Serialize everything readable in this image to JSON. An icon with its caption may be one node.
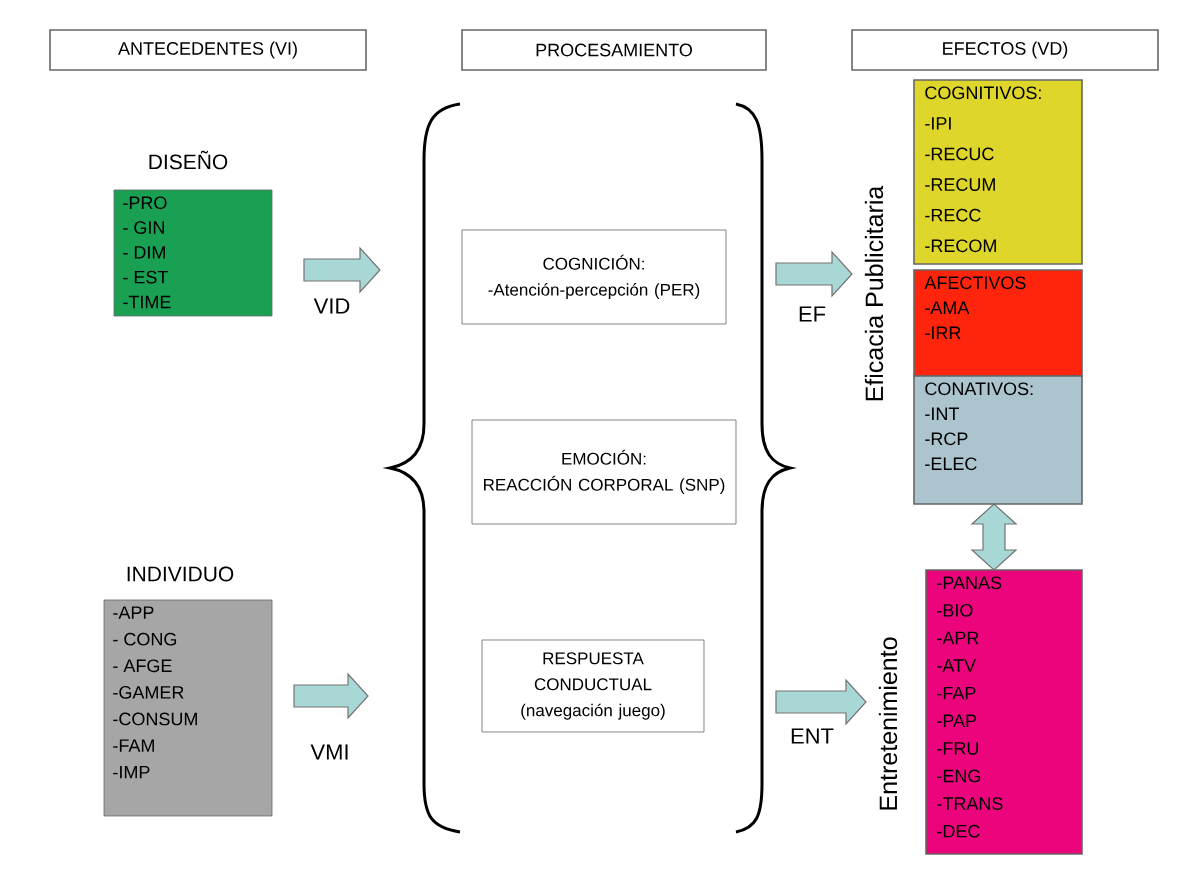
{
  "diagram": {
    "nodes": [
      {
        "text": [
          "ANTECEDENTES (VI)"
        ]
      },
      {
        "text": [
          "PROCESAMIENTO"
        ]
      },
      {
        "text": [
          "EFECTOS (VD)"
        ]
      },
      {
        "text": [
          "DISEÑO",
          "-PRO",
          "- GIN",
          "- DIM",
          "- EST",
          "-TIME"
        ]
      },
      {
        "text": [
          "INDIVIDUO",
          "-APP",
          "- CONG",
          "- AFGE",
          "-GAMER",
          "-CONSUM",
          "-FAM",
          "-IMP"
        ]
      },
      {
        "text": [
          "COGNICIÓN:",
          "-Atención-percepción (PER)"
        ]
      },
      {
        "text": [
          "EMOCIÓN:",
          "REACCIÓN CORPORAL (SNP)"
        ]
      },
      {
        "text": [
          "RESPUESTA CONDUCTUAL",
          "(navegación juego)"
        ]
      },
      {
        "text": [
          "COGNITIVOS:",
          "-IPI",
          "-RECUC",
          "-RECUM",
          "-RECC",
          "-RECOM"
        ]
      },
      {
        "text": [
          "AFECTIVOS",
          "-AMA",
          "-IRR"
        ]
      },
      {
        "text": [
          "CONATIVOS:",
          "-INT",
          "-RCP",
          "-ELEC"
        ]
      },
      {
        "text": [
          "-PANAS",
          "-BIO",
          "-APR",
          "-ATV",
          "-FAP",
          "-PAP",
          "-FRU",
          "-ENG",
          "-TRANS",
          "-DEC"
        ]
      },
      {
        "text": [
          "Eficacia Publicitaria"
        ]
      },
      {
        "text": [
          "Entretenimiento"
        ]
      }
    ],
    "edges": [
      {
        "from": 3,
        "to": null,
        "arrow": "to",
        "label": "VID"
      },
      {
        "from": 4,
        "to": null,
        "arrow": "to",
        "label": "VMI"
      },
      {
        "from": null,
        "to": 12,
        "arrow": "to",
        "label": "EF"
      },
      {
        "from": null,
        "to": 13,
        "arrow": "to",
        "label": "ENT"
      },
      {
        "from": 10,
        "to": 11,
        "arrow": "both"
      }
    ]
  }
}
